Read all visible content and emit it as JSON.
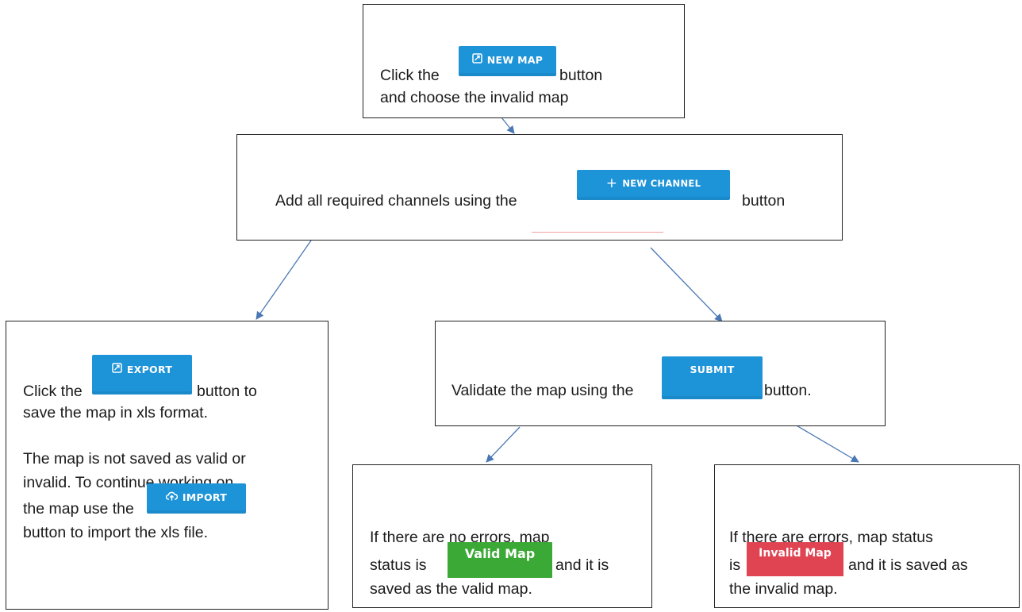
{
  "colors": {
    "button_blue": "#1d93d8",
    "valid_green": "#3aa935",
    "invalid_red": "#e04352",
    "arrow": "#4a78b4"
  },
  "step1": {
    "prefix": "Click the",
    "button": {
      "label": "NEW MAP",
      "icon": "chart-arrow-icon"
    },
    "suffix": "button",
    "line2": "and choose the invalid map"
  },
  "step2": {
    "prefix": "Add all required channels using the",
    "button": {
      "label": "NEW CHANNEL",
      "icon": "plus-icon"
    },
    "suffix": "button"
  },
  "export_box": {
    "line1_prefix": "Click the",
    "export_button": {
      "label": "EXPORT",
      "icon": "chart-arrow-icon"
    },
    "line1_suffix": "button to",
    "line2": "save the map in xls format.",
    "line3": "The map is not saved as valid or",
    "line4": "invalid. To continue working on",
    "line5_prefix": "the map use the",
    "import_button": {
      "label": "IMPORT",
      "icon": "cloud-upload-icon"
    },
    "line6": "button to import the xls file."
  },
  "submit_box": {
    "prefix": "Validate the map using the",
    "button": {
      "label": "SUBMIT"
    },
    "suffix": "button."
  },
  "valid_box": {
    "line1": "If there are no errors, map",
    "line2_prefix": "status is",
    "badge": "Valid Map",
    "line2_suffix": "and it is",
    "line3": "saved as the valid map."
  },
  "invalid_box": {
    "line1": "If there are errors, map status",
    "line2_prefix": "is",
    "badge": "Invalid Map",
    "line2_suffix": "and it is saved as",
    "line3": "the invalid map."
  }
}
